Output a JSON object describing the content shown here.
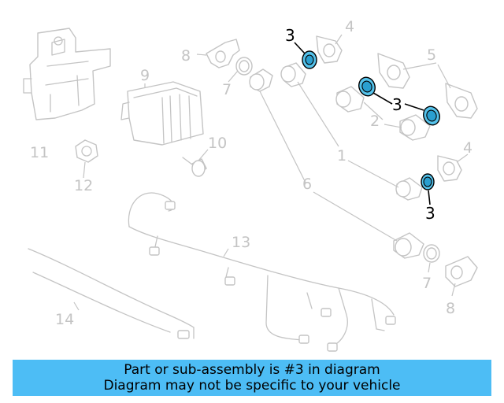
{
  "callouts": {
    "c1": "1",
    "c2": "2",
    "c3": "3",
    "c4": "4",
    "c5": "5",
    "c6": "6",
    "c7": "7",
    "c8": "8",
    "c9": "9",
    "c10": "10",
    "c11": "11",
    "c12": "12",
    "c13": "13",
    "c14": "14"
  },
  "highlight": {
    "part_number": "3",
    "color": "#55c2ea",
    "callout_color": "#000000"
  },
  "diagram_colors": {
    "line_art": "#c4c4c4",
    "background": "#ffffff"
  },
  "banner": {
    "line1": "Part or sub-assembly is #3 in diagram",
    "line2": "Diagram may not be specific to your vehicle",
    "background": "#4dbdf5"
  }
}
